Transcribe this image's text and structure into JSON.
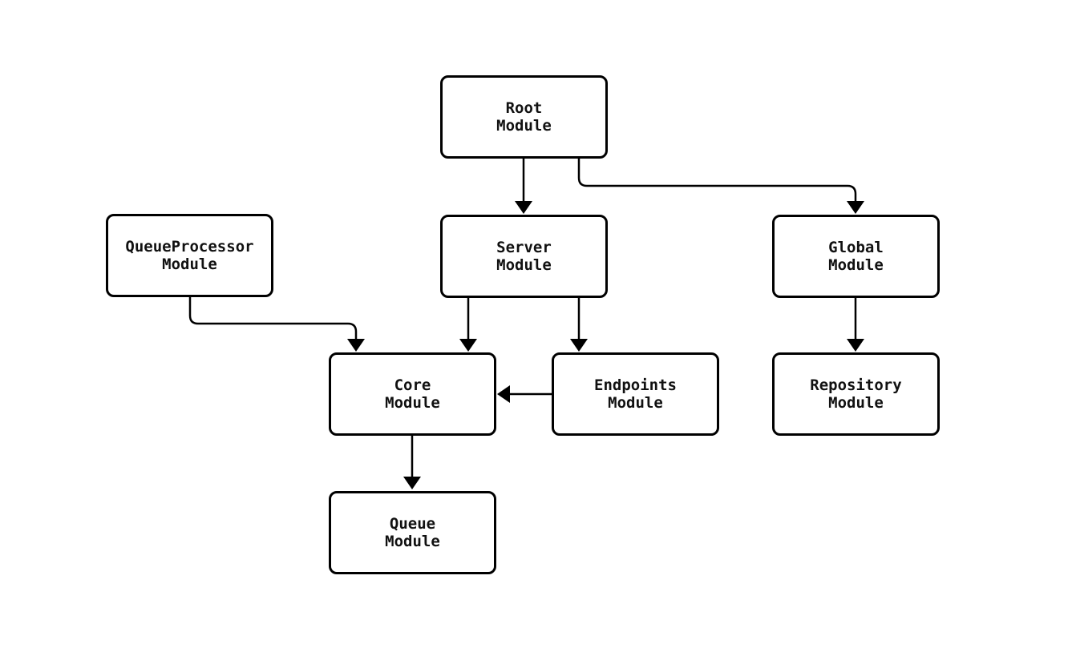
{
  "diagram": {
    "type": "module-dependency-graph",
    "background_color": "#ffffff",
    "node_fill_color": "#ffffff",
    "node_border_color": "#000000",
    "edge_color": "#000000",
    "text_color": "#111111",
    "nodes": [
      {
        "id": "root",
        "line1": "Root",
        "line2": "Module"
      },
      {
        "id": "queueprocessor",
        "line1": "QueueProcessor",
        "line2": "Module"
      },
      {
        "id": "server",
        "line1": "Server",
        "line2": "Module"
      },
      {
        "id": "global",
        "line1": "Global",
        "line2": "Module"
      },
      {
        "id": "core",
        "line1": "Core",
        "line2": "Module"
      },
      {
        "id": "endpoints",
        "line1": "Endpoints",
        "line2": "Module"
      },
      {
        "id": "repository",
        "line1": "Repository",
        "line2": "Module"
      },
      {
        "id": "queue",
        "line1": "Queue",
        "line2": "Module"
      }
    ],
    "edges": [
      {
        "from": "Root Module",
        "to": "Server Module"
      },
      {
        "from": "Root Module",
        "to": "Global Module"
      },
      {
        "from": "QueueProcessor Module",
        "to": "Core Module"
      },
      {
        "from": "Server Module",
        "to": "Core Module"
      },
      {
        "from": "Server Module",
        "to": "Endpoints Module"
      },
      {
        "from": "Endpoints Module",
        "to": "Core Module"
      },
      {
        "from": "Global Module",
        "to": "Repository Module"
      },
      {
        "from": "Core Module",
        "to": "Queue Module"
      }
    ]
  }
}
